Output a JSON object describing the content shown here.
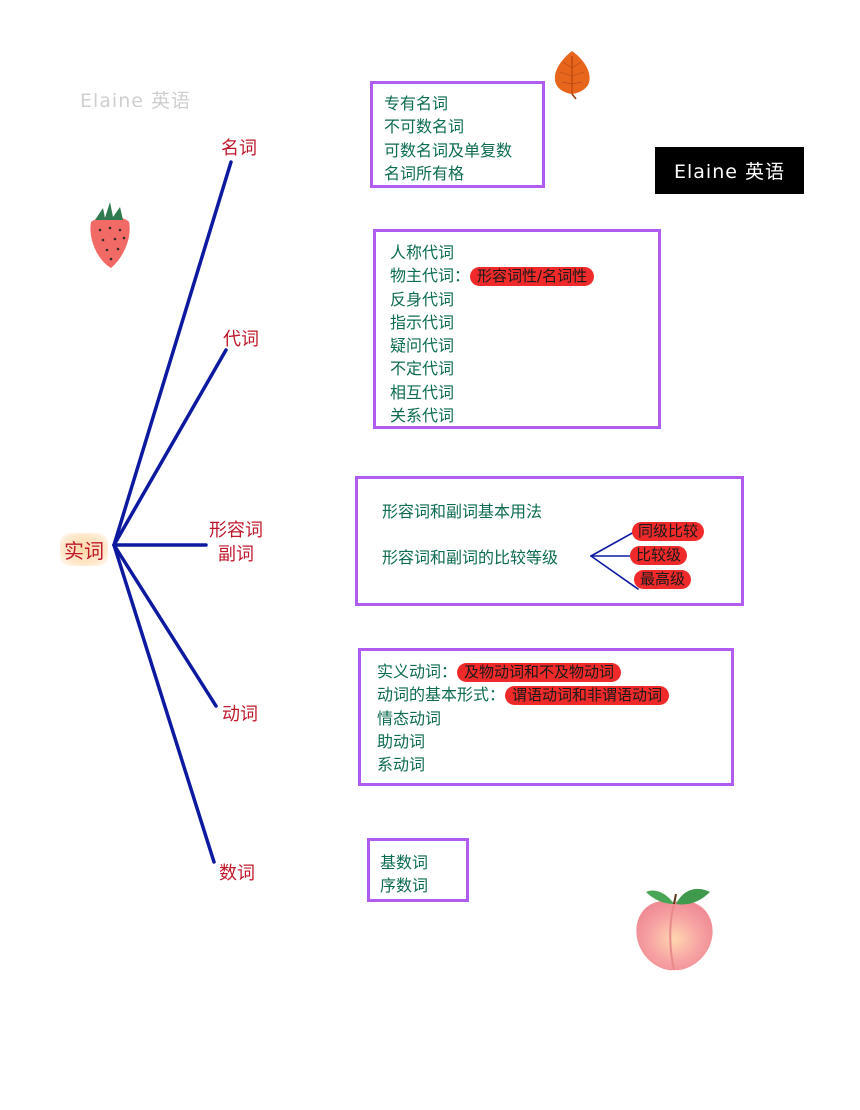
{
  "watermark_light": "Elaine 英语",
  "watermark_dark": "Elaine 英语",
  "root": "实词",
  "branches": {
    "noun": "名词",
    "pronoun": "代词",
    "adjective_line1": "形容词",
    "adjective_line2": "副词",
    "verb": "动词",
    "numeral": "数词"
  },
  "noun_box": [
    "专有名词",
    "不可数名词",
    "可数名词及单复数",
    "名词所有格"
  ],
  "pronoun_box": {
    "items": [
      "人称代词",
      "物主代词：",
      "反身代词",
      "指示代词",
      "疑问代词",
      "不定代词",
      "相互代词",
      "关系代词"
    ],
    "possessive_highlight": "形容词性/名词性"
  },
  "adj_box": {
    "line1": "形容词和副词基本用法",
    "line2": "形容词和副词的比较等级",
    "degrees": [
      "同级比较",
      "比较级",
      "最高级"
    ]
  },
  "verb_box": {
    "line1_prefix": "实义动词：",
    "line1_highlight": "及物动词和不及物动词",
    "line2_prefix": "动词的基本形式：",
    "line2_highlight": "谓语动词和非谓语动词",
    "line3": "情态动词",
    "line4": "助动词",
    "line5": "系动词"
  },
  "numeral_box": [
    "基数词",
    "序数词"
  ],
  "colors": {
    "branch_line": "#0d1aa0",
    "branch_text": "#c0182b",
    "box_border": "#b05cf0",
    "box_text": "#0c6b52",
    "highlight": "#f02a2a"
  }
}
